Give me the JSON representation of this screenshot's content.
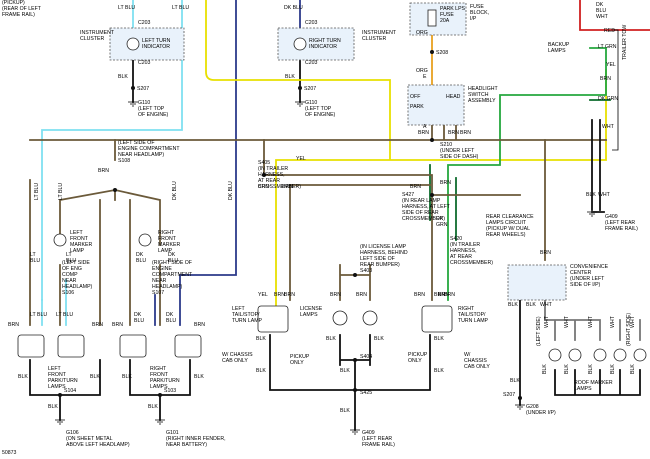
{
  "labels": {
    "pickup_top": "(PICKUP)",
    "rear_left_frame": "(REAR OF LEFT\nFRAME RAIL)",
    "lt_blu_1": "LT BLU",
    "lt_blu_2": "LT BLU",
    "lt_blu_3": "LT BLU",
    "lt_blu_4": "LT BLU",
    "dk_blu_1": "DK BLU",
    "dk_blu_2": "DK BLU",
    "dk_blu_3": "DK BLU",
    "c203_a": "C203",
    "c203_b": "C203",
    "c203_c": "C203",
    "c203_d": "C203",
    "instrument_cluster_1": "INSTRUMENT\nCLUSTER",
    "left_turn_indicator": "LEFT TURN\nINDICATOR",
    "instrument_cluster_2": "INSTRUMENT\nCLUSTER",
    "right_turn_indicator": "RIGHT TURN\nINDICATOR",
    "blk_1": "BLK",
    "blk_2": "BLK",
    "s207_a": "S207",
    "s207_b": "S207",
    "g110_a": "G110\n(LEFT TOP\nOF ENGINE)",
    "g110_b": "G110\n(LEFT TOP\nOF ENGINE)",
    "fuse_block": "FUSE\nBLOCK,\nI/P",
    "park_lps_fuse": "PARK LPS\nFUSE\n20A",
    "org_1": "ORG",
    "org_2": "ORG",
    "s208": "S208",
    "e_label": "E",
    "a_label": "A",
    "headlight_switch": "HEADLIGHT\nSWITCH\nASSEMBLY",
    "off": "OFF",
    "park": "PARK",
    "head": "HEAD",
    "brn_sw_1": "BRN",
    "brn_sw_2": "BRN",
    "brn_sw_3": "BRN",
    "s210": "S210",
    "under_left_dash": "(UNDER LEFT\nSIDE OF DASH)",
    "dk_blu_r": "DK\nBLU",
    "wht_r1": "WHT",
    "red": "RED",
    "lt_grn": "LT GRN",
    "yel_r": "YEL",
    "brn_r": "BRN",
    "dk_grn": "DK GRN",
    "wht_r2": "WHT",
    "backup_lamps": "BACKUP\nLAMPS",
    "trailer_tow": "TRAILER TOW",
    "blk_r1": "BLK",
    "wht_r3": "WHT",
    "g409_r": "G409\n(LEFT REAR\nFRAME RAIL)",
    "left_side_engine": "(LEFT SIDE OF\nENGINE COMPARTMENT\nNEAR HEADLAMP)\nS108",
    "brn_top": "BRN",
    "s405": "S405\n(IN TRAILER\nHARNESS,\nAT REAR\nCROSSMEMBER)",
    "yel_mid": "YEL",
    "s427": "S427\n(IN REAR LAMP\nHARNESS, AT LEFT\nSIDE OF REAR\nCROSSMEMBER)",
    "brn_mid1": "BRN",
    "brn_mid2": "BRN",
    "brn_mid3": "BRN",
    "brn_mid4": "BRN",
    "dk_grn_mid": "DK\nGRN",
    "rear_clearance": "REAR CLEARANCE\nLAMPS CIRCUIT\n(PICKUP W/ DUAL\nREAR WHEELS)",
    "s420": "S420\n(IN TRAILER\nHARNESS,\nAT REAR\nCROSSMEMBER)",
    "license_lamp_loc": "(IN LICENSE LAMP\nHARNESS, BEHIND\nLEFT SIDE OF\nREAR BUMPER)\nS403",
    "brn_l1": "BRN",
    "brn_l2": "BRN",
    "brn_l3": "BRN",
    "brn_l4": "BRN",
    "lt_blu_l1": "LT\nBLU",
    "lt_blu_l2": "LT\nBLU",
    "dk_blu_l1": "DK\nBLU",
    "dk_blu_l2": "DK\nBLU",
    "left_front_marker": "LEFT\nFRONT\nMARKER\nLAMP",
    "left_side_eng_comp": "(LEFT SIDE\nOF ENG\nCOMP\nNEAR\nHEADLAMP)\nS106",
    "right_front_marker": "RIGHT\nFRONT\nMARKER\nLAMP",
    "right_side_eng_comp": "(RIGHT SIDE OF\nENGINE\nCOMPARTMENT\nNEAR\nHEADLAMP)\nS107",
    "left_front_parkturn": "LEFT\nFRONT\nPARK/TURN\nLAMPS",
    "right_front_parkturn": "RIGHT\nFRONT\nPARK/TURN\nLAMPS",
    "brn_b1": "BRN",
    "brn_b2": "BRN",
    "brn_b3": "BRN",
    "brn_b4": "BRN",
    "lt_blu_b1": "LT BLU",
    "lt_blu_b2": "LT BLU",
    "dk_blu_b1": "DK\nBLU",
    "dk_blu_b2": "DK\nBLU",
    "blk_b1": "BLK",
    "blk_b2": "BLK",
    "blk_b3": "BLK",
    "blk_b4": "BLK",
    "s104": "S104",
    "s103": "S103",
    "blk_b5": "BLK",
    "blk_b6": "BLK",
    "g106": "G106\n(ON SHEET METAL\nABOVE LEFT HEADLAMP)",
    "g101": "G101\n(RIGHT INNER FENDER,\nNEAR BATTERY)",
    "yel_tail": "YEL",
    "brn_tail1": "BRN",
    "brn_tail2": "BRN",
    "brn_tail3": "BRN",
    "brn_tail4": "BRN",
    "left_tail": "LEFT\nTAIL/STOP/\nTURN LAMP",
    "license_lamps": "LICENSE\nLAMPS",
    "right_tail": "RIGHT\nTAIL/STOP/\nTURN LAMP",
    "blk_t1": "BLK",
    "blk_t2": "BLK",
    "blk_t3": "BLK",
    "blk_t4": "BLK",
    "s404": "S404",
    "w_chassis_l": "W/ CHASSIS\nCAB ONLY",
    "pickup_only_l": "PICKUP\nONLY",
    "pickup_only_r": "PICKUP\nONLY",
    "w_chassis_r": "W/\nCHASSIS\nCAB ONLY",
    "blk_t5": "BLK",
    "blk_t6": "BLK",
    "blk_t7": "BLK",
    "s425": "S425",
    "blk_t8": "BLK",
    "g409_b": "G409\n(LEFT REAR\nFRAME RAIL)",
    "convenience_center": "CONVENIENCE\nCENTER\n(UNDER LEFT\nSIDE OF I/P)",
    "brn_cc": "BRN",
    "blk_cc": "BLK",
    "blk_cc2": "BLK",
    "wht_cc": "WHT",
    "wht_m1": "WHT",
    "wht_m2": "WHT",
    "wht_m3": "WHT",
    "wht_m4": "WHT",
    "wht_m5": "WHT",
    "left_side_m": "(LEFT SIDE)",
    "right_side_m": "(RIGHT SIDE)",
    "blk_m1": "BLK",
    "blk_m2": "BLK",
    "blk_m3": "BLK",
    "blk_m4": "BLK",
    "blk_m5": "BLK",
    "roof_marker": "ROOF MARKER\nLAMPS",
    "s207_c": "S207",
    "blk_g": "BLK",
    "g208": "G208\n(UNDER I/P)",
    "fig_num": "50873"
  }
}
